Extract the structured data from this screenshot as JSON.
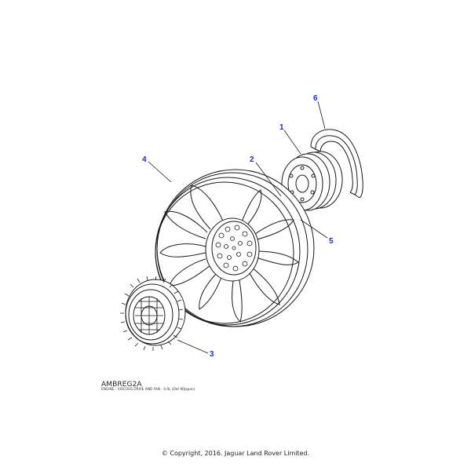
{
  "callouts": [
    {
      "label": "1"
    },
    {
      "label": "2"
    },
    {
      "label": "3"
    },
    {
      "label": "4"
    },
    {
      "label": "5"
    },
    {
      "label": "6"
    }
  ],
  "diagram_code": "AMBREG2A",
  "diagram_subtitle": "ENGINE - VISCOUS DRIVE AND FAN - 4.0L (Def 90Japan)",
  "copyright": "© Copyright, 2016. Jaguar Land Rover Limited.",
  "colors": {
    "callout": "#1d2bd6",
    "line": "#1a1a1a",
    "background": "#ffffff"
  }
}
